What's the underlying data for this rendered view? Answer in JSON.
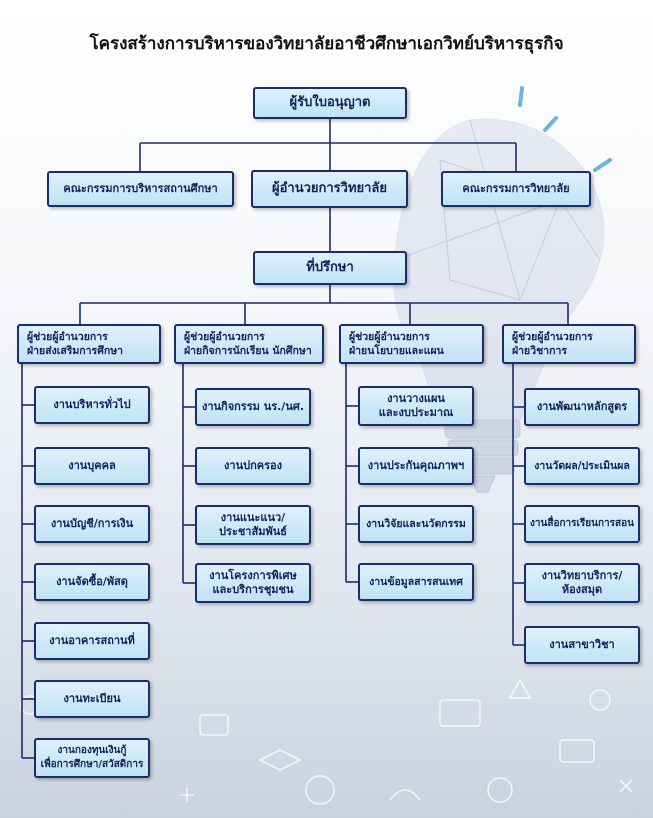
{
  "title": "โครงสร้างการบริหารของวิทยาลัยอาชีวศึกษาเอกวิทย์บริหารธุรกิจ",
  "colors": {
    "box_fill": "#c8e8f7",
    "box_border": "#1b2d6b",
    "line": "#1b2d6b",
    "text": "#10225c"
  },
  "top": {
    "licensee": "ผู้รับใบอนุญาต",
    "school_board": "คณะกรรมการบริหารสถานศึกษา",
    "director": "ผู้อำนวยการวิทยาลัย",
    "college_board": "คณะกรรมการวิทยาลัย",
    "advisor": "ที่ปรึกษา"
  },
  "divisions": [
    {
      "head": "ผู้ช่วยผู้อำนวยการ\nฝ่ายส่งเสริมการศึกษา",
      "units": [
        "งานบริหารทั่วไป",
        "งานบุคคล",
        "งานบัญชี/การเงิน",
        "งานจัดซื้อ/พัสดุ",
        "งานอาคารสถานที่",
        "งานทะเบียน",
        "งานกองทุนเงินกู้\nเพื่อการศึกษา/สวัสดิการ"
      ]
    },
    {
      "head": "ผู้ช่วยผู้อำนวยการ\nฝ่ายกิจการนักเรียน นักศึกษา",
      "units": [
        "งานกิจกรรม นร./นศ.",
        "งานปกครอง",
        "งานแนะแนว/\nประชาสัมพันธ์",
        "งานโครงการพิเศษ\nและบริการชุมชน"
      ]
    },
    {
      "head": "ผู้ช่วยผู้อำนวยการ\nฝ่ายนโยบายและแผน",
      "units": [
        "งานวางแผน\nและงบประมาณ",
        "งานประกันคุณภาพฯ",
        "งานวิจัยและนวัตกรรม",
        "งานข้อมูลสารสนเทศ"
      ]
    },
    {
      "head": "ผู้ช่วยผู้อำนวยการ\nฝ่ายวิชาการ",
      "units": [
        "งานพัฒนาหลักสูตร",
        "งานวัดผล/ประเมินผล",
        "งานสื่อการเรียนการสอน",
        "งานวิทยาบริการ/\nห้องสมุด",
        "งานสาขาวิชา"
      ]
    }
  ]
}
